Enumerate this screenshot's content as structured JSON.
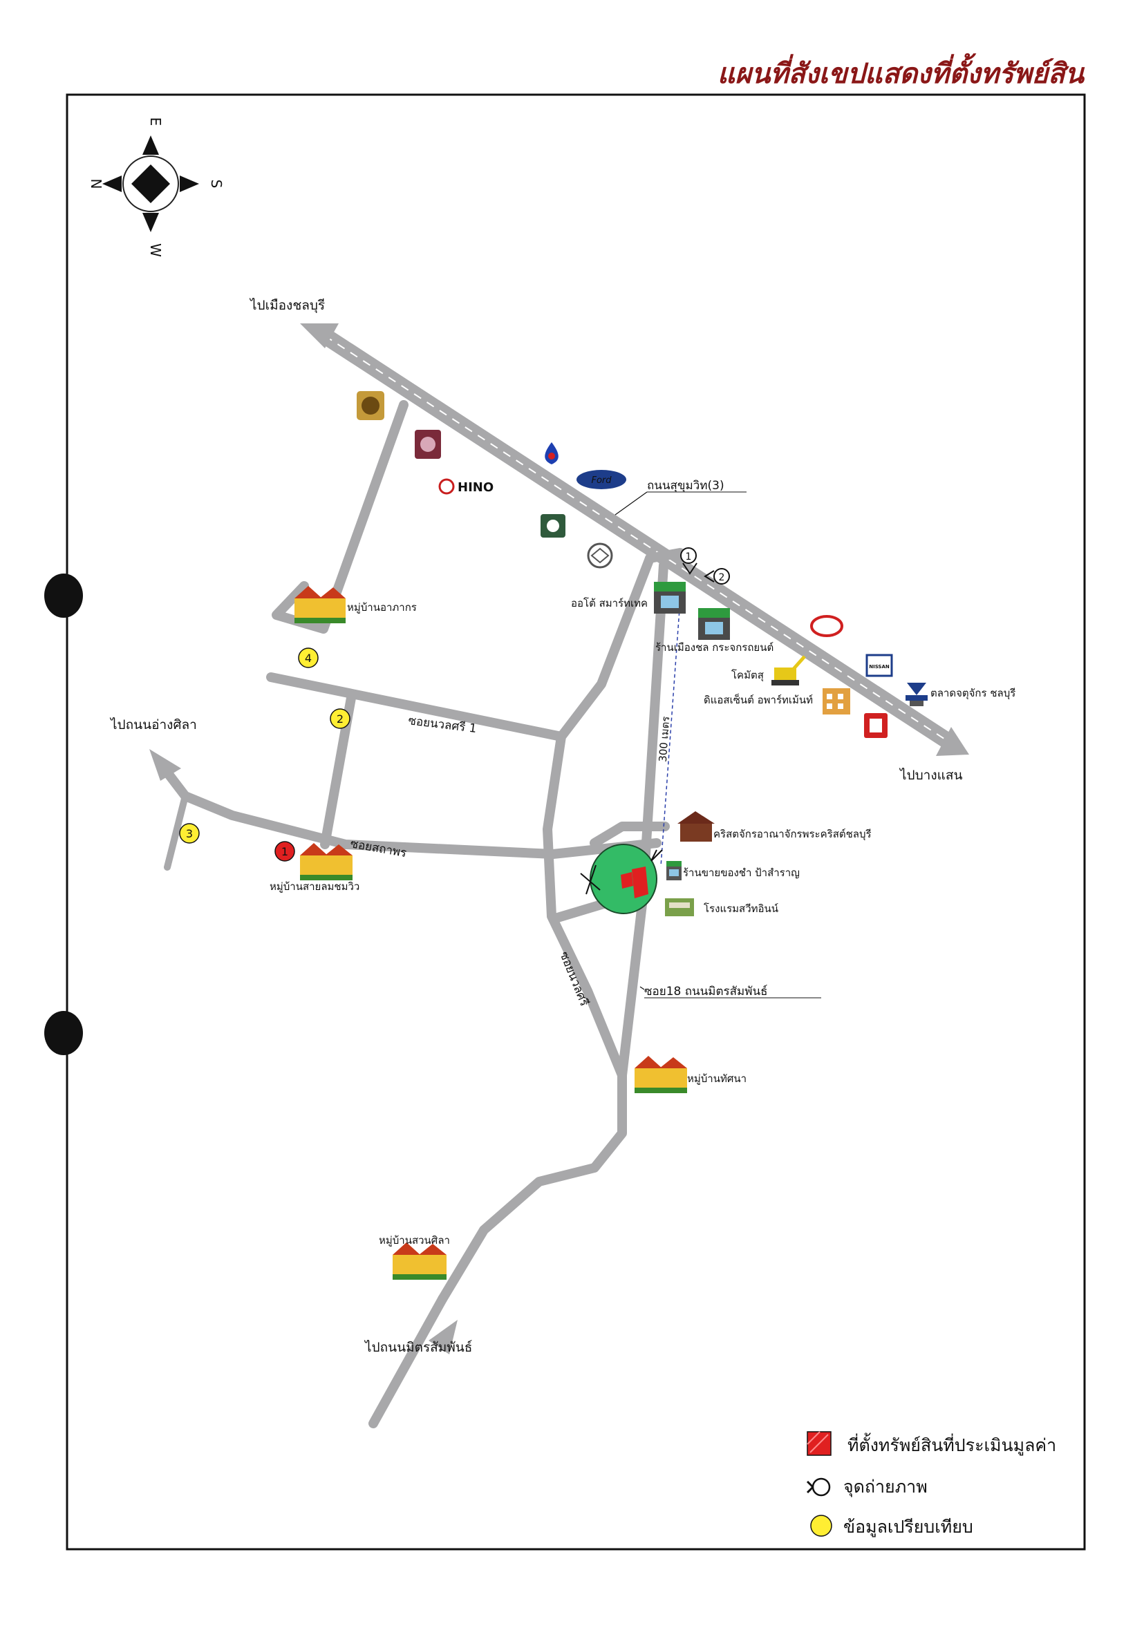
{
  "title": "แผนที่สังเขปแสดงที่ตั้งทรัพย์สิน",
  "compass": {
    "n": "N",
    "e": "E",
    "s": "S",
    "w": "W"
  },
  "roads": {
    "sukhumvit": "ถนนสุขุมวิท(3)",
    "soi_nuanlasri1": "ซอยนวลศรี 1",
    "soi_sathaporn": "ซอยสถาพร",
    "soi_nuanlasri": "ซอยนวลศรี",
    "soi18": "ซอย18 ถนนมิตรสัมพันธ์",
    "distance": "300 เมตร"
  },
  "directions": {
    "to_chonburi": "ไปเมืองชลบุรี",
    "to_angsila": "ไปถนนอ่างศิลา",
    "to_bangsaen": "ไปบางแสน",
    "to_mitsamphan": "ไปถนนมิตรสัมพันธ์"
  },
  "landmarks": {
    "arpakorn": "หมู่บ้านอาภากร",
    "sailom": "หมู่บ้านสายลมชมวิว",
    "auto_smart": "ออโต้ สมาร์ทเทค",
    "mueang_chon": "ร้านเมืองชล กระจกรถยนต์",
    "komatsu": "โคมัตสุ",
    "de_second": "ดิแอสเซ็นต์ อพาร์ทเม้นท์",
    "market": "ตลาดจตุจักร ชลบุรี",
    "church": "คริสตจักรอาณาจักรพระคริสต์ชลบุรี",
    "grocery": "ร้านขายของชำ ป้าสำราญ",
    "hotel": "โรงแรมสวีทอินน์",
    "tasana": "หมู่บ้านทัศนา",
    "suan_sila": "หมู่บ้านสวนศิลา",
    "hino": "HINO",
    "ford": "Ford",
    "nissan": "NISSAN"
  },
  "photo_points": [
    "1",
    "2"
  ],
  "comparables": [
    "1",
    "2",
    "3",
    "4"
  ],
  "legend": {
    "property": "ที่ตั้งทรัพย์สินที่ประเมินมูลค่า",
    "photo": "จุดถ่ายภาพ",
    "comparable": "ข้อมูลเปรียบเทียบ"
  },
  "colors": {
    "road": "#a8a8aa",
    "title": "#8a1717",
    "property": "#e02020",
    "comparable": "#ffee33",
    "site_area": "#33bb66"
  }
}
